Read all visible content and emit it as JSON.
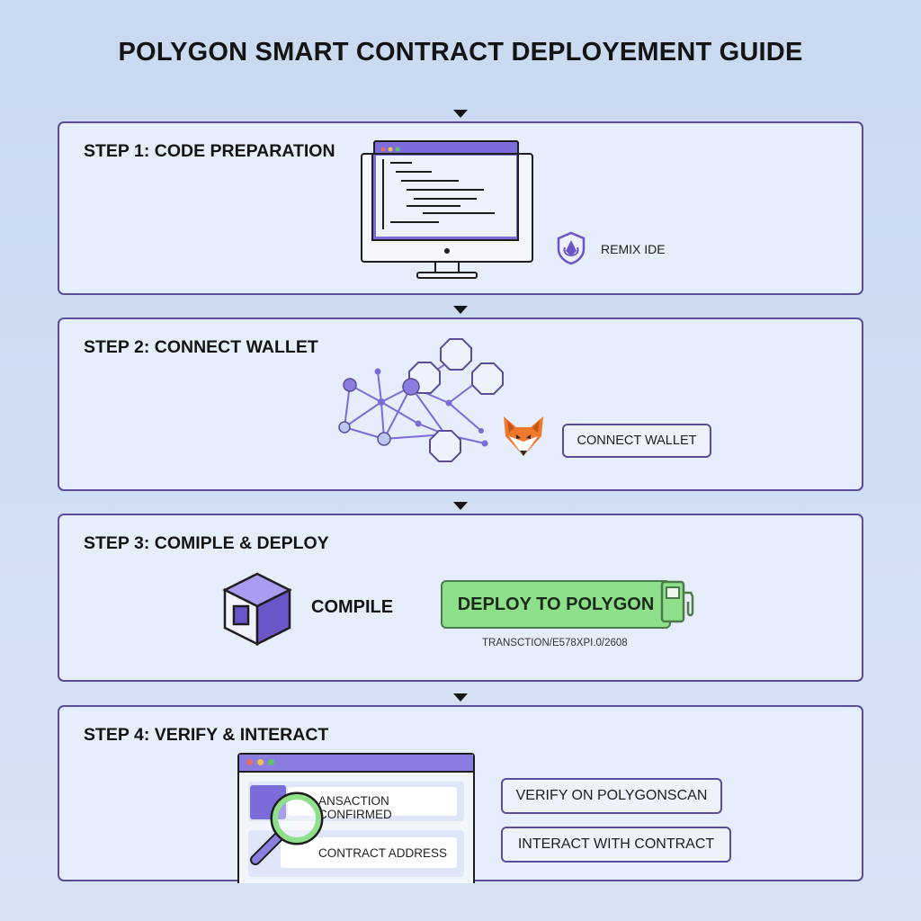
{
  "title": "POLYGON SMART CONTRACT DEPLOYEMENT GUIDE",
  "steps": [
    {
      "title": "STEP 1: CODE PREPARATION",
      "tool_label": "REMIX IDE"
    },
    {
      "title": "STEP 2: CONNECT WALLET",
      "button_label": "CONNECT WALLET"
    },
    {
      "title": "STEP 3: COMIPLE & DEPLOY",
      "compile_label": "COMPILE",
      "deploy_label": "DEPLOY TO POLYGON",
      "transaction_text": "TRANSCTION/E578XPI.0/2608"
    },
    {
      "title": "STEP 4: VERIFY & INTERACT",
      "confirmed_text": "ANSACTION CONFIRMED",
      "address_text": "CONTRACT ADDRESS",
      "verify_label": "VERIFY ON POLYGONSCAN",
      "interact_label": "INTERACT WITH CONTRACT"
    }
  ],
  "colors": {
    "accent_purple": "#7b6cd9",
    "border_purple": "#5b4d98",
    "deploy_green": "#8ee08a",
    "fox_orange": "#f0782d"
  },
  "icons": [
    "monitor-icon",
    "remix-shield-icon",
    "network-graph-icon",
    "metamask-fox-icon",
    "cube-icon",
    "gas-pump-icon",
    "browser-window-icon",
    "magnifier-icon"
  ]
}
